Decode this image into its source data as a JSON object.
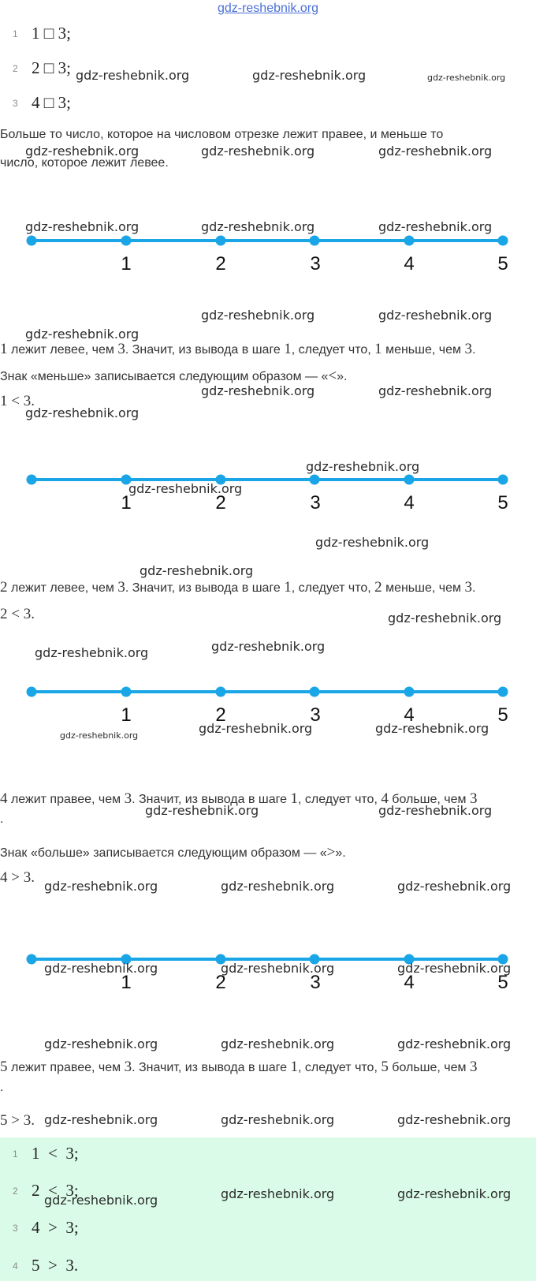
{
  "site": "gdz-reshebnik.org",
  "watermark": "gdz-reshebnik.org",
  "task_list": [
    {
      "n": "1",
      "expr": "1 □ 3;"
    },
    {
      "n": "2",
      "expr": "2 □ 3;"
    },
    {
      "n": "3",
      "expr": "4 □ 3;"
    }
  ],
  "intro": {
    "line1": "Больше то число, которое на числовом отрезке лежит правее, и меньше то",
    "line2": "число, которое лежит левее."
  },
  "number_line": {
    "labels": [
      "1",
      "2",
      "3",
      "4",
      "5"
    ],
    "color": "#1aa6e6"
  },
  "step1": {
    "a": "1",
    "t1": " лежит левее, чем ",
    "b": "3",
    "t2": ". Значит, из вывода в шаге ",
    "s": "1",
    "t3": ", следует что, ",
    "c": "1",
    "t4": " меньше, чем ",
    "d": "3",
    "t5": ".",
    "sign_text_pre": "Знак «меньше» записывается следующим образом — «",
    "sign": "<",
    "sign_text_post": "».",
    "result": "1 < 3."
  },
  "step2": {
    "a": "2",
    "t1": " лежит левее, чем ",
    "b": "3",
    "t2": ". Значит, из вывода в шаге ",
    "s": "1",
    "t3": ", следует что, ",
    "c": "2",
    "t4": " меньше, чем ",
    "d": "3",
    "t5": ".",
    "result": "2 < 3."
  },
  "step3": {
    "a": "4",
    "t1": " лежит правее, чем ",
    "b": "3",
    "t2": ". Значит, из вывода в шаге ",
    "s": "1",
    "t3": ", следует что, ",
    "c": "4",
    "t4": " больше, чем ",
    "d": "3",
    "t5": ".",
    "sign_text_pre": "Знак «больше» записывается следующим образом — «",
    "sign": ">",
    "sign_text_post": "».",
    "result": "4 > 3."
  },
  "step4": {
    "a": "5",
    "t1": " лежит правее, чем ",
    "b": "3",
    "t2": ". Значит, из вывода в шаге ",
    "s": "1",
    "t3": ", следует что, ",
    "c": "5",
    "t4": " больше, чем ",
    "d": "3",
    "t5": ".",
    "result": "5 > 3."
  },
  "answer_list": [
    {
      "n": "1",
      "expr": "1  <  3;"
    },
    {
      "n": "2",
      "expr": "2  <  3;"
    },
    {
      "n": "3",
      "expr": "4  >  3;"
    },
    {
      "n": "4",
      "expr": "5  >  3."
    }
  ]
}
